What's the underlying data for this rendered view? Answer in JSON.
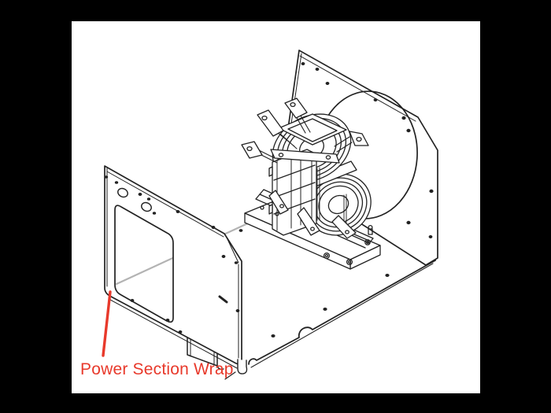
{
  "window": {
    "background": "#000000",
    "canvas_background": "#ffffff"
  },
  "diagram": {
    "kind": "isometric exploded parts illustration",
    "subject": "Welder power section chassis: base pan, rear fan panel, transformer assembly, divider baffle and power section wrap panel",
    "annotation": {
      "label": "Power Section Wrap",
      "points_to": "front-left wrap panel bottom corner"
    },
    "colors": {
      "accent": "#e8392b",
      "line": "#222222",
      "hidden_edge": "#b3b3b3"
    }
  }
}
